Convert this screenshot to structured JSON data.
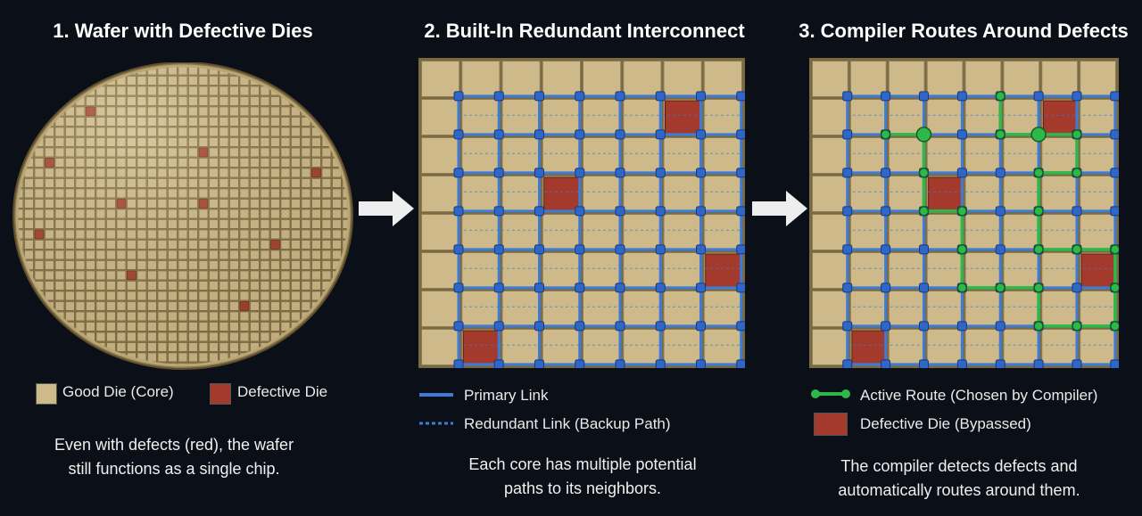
{
  "panels": [
    {
      "title": "1. Wafer with Defective Dies",
      "legend": [
        {
          "label": "Good Die (Core)",
          "color": "#cdb98a"
        },
        {
          "label": "Defective Die",
          "color": "#a33a2c"
        }
      ],
      "caption_line1": "Even with defects (red), the wafer",
      "caption_line2": "still functions as a single chip."
    },
    {
      "title": "2. Built-In Redundant Interconnect",
      "legend": [
        {
          "label": "Primary Link",
          "color": "#3d7bd6"
        },
        {
          "label": "Redundant Link (Backup Path)",
          "color": "#3d7bd6"
        }
      ],
      "caption_line1": "Each core has multiple potential",
      "caption_line2": "paths to its neighbors."
    },
    {
      "title": "3. Compiler Routes Around Defects",
      "legend": [
        {
          "label": "Active Route (Chosen by Compiler)",
          "color": "#2fb84a"
        },
        {
          "label": "Defective Die (Bypassed)",
          "color": "#a33a2c"
        }
      ],
      "caption_line1": "The compiler detects defects and",
      "caption_line2": "automatically routes around them."
    }
  ],
  "colors": {
    "background": "#0b0f17",
    "die": "#cdb98a",
    "defect": "#a33a2c",
    "link": "#3d7bd6",
    "route": "#2fb84a"
  }
}
